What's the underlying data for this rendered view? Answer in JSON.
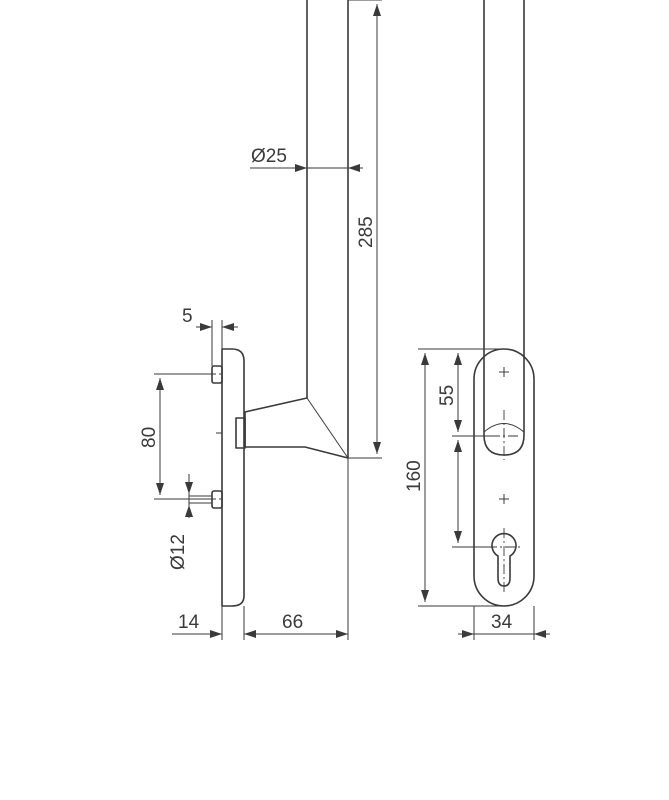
{
  "dimensions": {
    "handle_diameter": "Ø25",
    "handle_length": "285",
    "plate_offset": "5",
    "screw_spacing": "80",
    "screw_diameter": "Ø12",
    "plate_thickness": "14",
    "projection": "66",
    "plate_length": "160",
    "spindle_offset": "55",
    "plate_width": "34"
  }
}
